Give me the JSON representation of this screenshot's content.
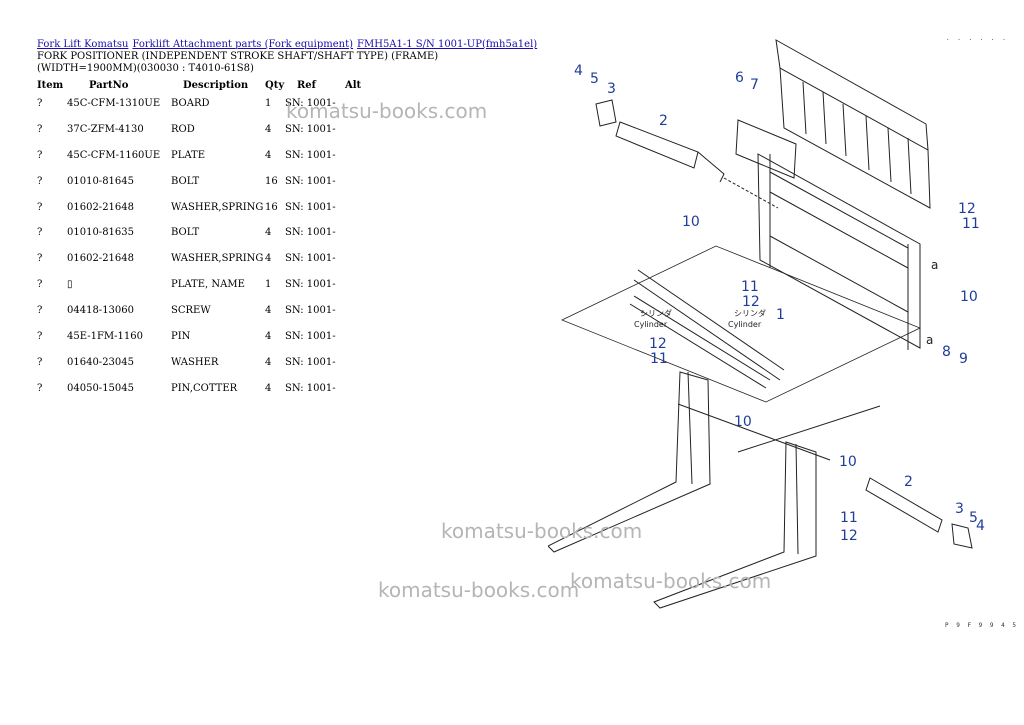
{
  "breadcrumb": {
    "links": [
      "Fork Lift Komatsu",
      "Forklift Attachment parts (Fork equipment)",
      "FMH5A1-1 S/N 1001-UP(fmh5a1el)"
    ],
    "title_line1": "FORK POSITIONER (INDEPENDENT STROKE SHAFT/SHAFT TYPE) (FRAME)",
    "title_line2": "(WIDTH=1900MM)(030030 : T4010-61S8)"
  },
  "table": {
    "headers": {
      "item": "Item",
      "partno": "PartNo",
      "description": "Description",
      "qty": "Qty",
      "ref": "Ref",
      "alt": "Alt"
    },
    "rows": [
      {
        "item": "?",
        "partno": "45C-CFM-1310UE",
        "description": "BOARD",
        "qty": "1",
        "ref": "SN: 1001-"
      },
      {
        "item": "?",
        "partno": "37C-ZFM-4130",
        "description": "ROD",
        "qty": "4",
        "ref": "SN: 1001-"
      },
      {
        "item": "?",
        "partno": "45C-CFM-1160UE",
        "description": "PLATE",
        "qty": "4",
        "ref": "SN: 1001-"
      },
      {
        "item": "?",
        "partno": "01010-81645",
        "description": "BOLT",
        "qty": "16",
        "ref": "SN: 1001-"
      },
      {
        "item": "?",
        "partno": "01602-21648",
        "description": "WASHER,SPRING",
        "qty": "16",
        "ref": "SN: 1001-"
      },
      {
        "item": "?",
        "partno": "01010-81635",
        "description": "BOLT",
        "qty": "4",
        "ref": "SN: 1001-"
      },
      {
        "item": "?",
        "partno": "01602-21648",
        "description": "WASHER,SPRING",
        "qty": "4",
        "ref": "SN: 1001-"
      },
      {
        "item": "?",
        "partno": "▯",
        "description": "PLATE, NAME",
        "qty": "1",
        "ref": "SN: 1001-"
      },
      {
        "item": "?",
        "partno": "04418-13060",
        "description": "SCREW",
        "qty": "4",
        "ref": "SN: 1001-"
      },
      {
        "item": "?",
        "partno": "45E-1FM-1160",
        "description": "PIN",
        "qty": "4",
        "ref": "SN: 1001-"
      },
      {
        "item": "?",
        "partno": "01640-23045",
        "description": "WASHER",
        "qty": "4",
        "ref": "SN: 1001-"
      },
      {
        "item": "?",
        "partno": "04050-15045",
        "description": "PIN,COTTER",
        "qty": "4",
        "ref": "SN: 1001-"
      }
    ]
  },
  "watermark": "komatsu-books.com",
  "diagram": {
    "callouts": [
      "1",
      "2",
      "3",
      "4",
      "5",
      "6",
      "7",
      "8",
      "9",
      "10",
      "11",
      "12"
    ],
    "cylinder_jp": "シリンダ",
    "cylinder_en": "Cylinder",
    "mark_a": "a",
    "code_top": ". . . . . .",
    "code_bottom": "P 9 F 9 9 4 5"
  }
}
